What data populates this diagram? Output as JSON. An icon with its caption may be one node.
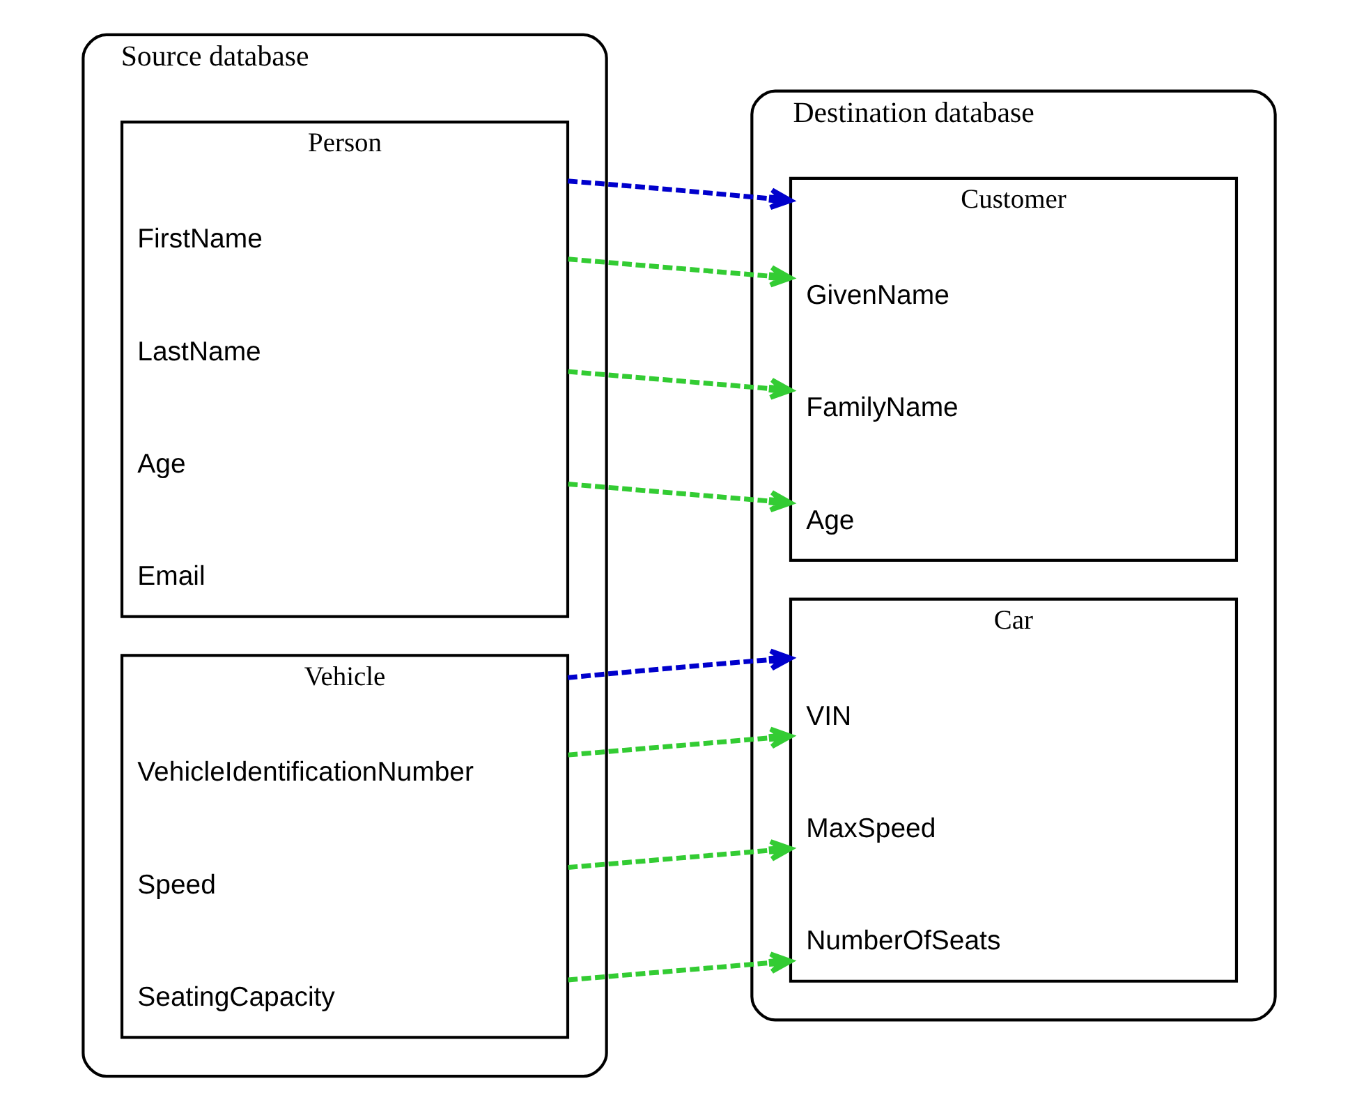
{
  "diagram": {
    "nodes": [
      {
        "text": [
          "Source database"
        ]
      },
      {
        "text": [
          "Person"
        ],
        "in": 0
      },
      {
        "text": [
          "FirstName"
        ],
        "in": 1
      },
      {
        "text": [
          "LastName"
        ],
        "in": 1
      },
      {
        "text": [
          "Age"
        ],
        "in": 1
      },
      {
        "text": [
          "Email"
        ],
        "in": 1
      },
      {
        "text": [
          "Vehicle"
        ],
        "in": 0
      },
      {
        "text": [
          "VehicleIdentificationNumber"
        ],
        "in": 6
      },
      {
        "text": [
          "Speed"
        ],
        "in": 6
      },
      {
        "text": [
          "SeatingCapacity"
        ],
        "in": 6
      },
      {
        "text": [
          "Destination database"
        ]
      },
      {
        "text": [
          "Customer"
        ],
        "in": 10
      },
      {
        "text": [
          "GivenName"
        ],
        "in": 11
      },
      {
        "text": [
          "FamilyName"
        ],
        "in": 11
      },
      {
        "text": [
          "Age"
        ],
        "in": 11
      },
      {
        "text": [
          "Car"
        ],
        "in": 10
      },
      {
        "text": [
          "VIN"
        ],
        "in": 15
      },
      {
        "text": [
          "NumberOfSeats"
        ],
        "in": 15
      },
      {
        "text": [
          "MaxSpeed"
        ],
        "in": 15
      }
    ],
    "edges": [
      {
        "from": 1,
        "to": 11,
        "arrow": "to",
        "style": "dashed",
        "color": "#0000cc"
      },
      {
        "from": 2,
        "to": 12,
        "arrow": "to",
        "style": "dashed"
      },
      {
        "from": 3,
        "to": 13,
        "arrow": "to",
        "style": "dashed"
      },
      {
        "from": 4,
        "to": 14,
        "arrow": "to",
        "style": "dashed"
      },
      {
        "from": 6,
        "to": 15,
        "arrow": "to",
        "style": "dashed",
        "color": "#0000cc"
      },
      {
        "from": 7,
        "to": 16,
        "arrow": "to",
        "style": "dashed"
      },
      {
        "from": 8,
        "to": 18,
        "arrow": "to",
        "style": "dashed"
      },
      {
        "from": 9,
        "to": 17,
        "arrow": "to",
        "style": "dashed"
      }
    ]
  }
}
